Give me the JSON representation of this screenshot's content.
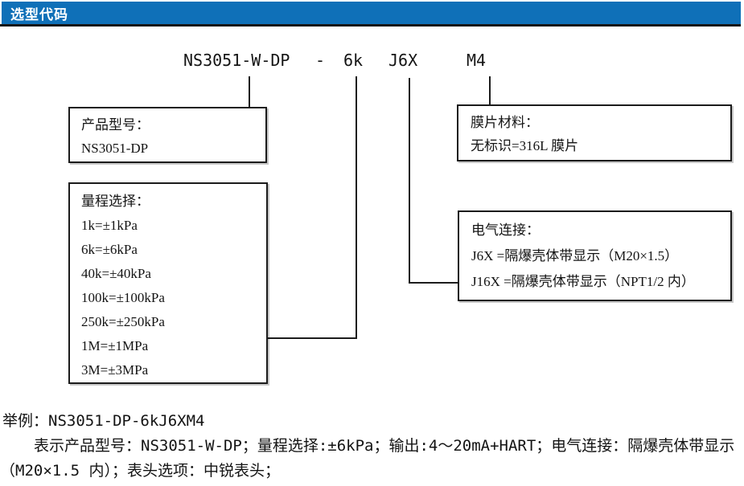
{
  "header": {
    "title": "选型代码",
    "bar_color": "#0F70B8"
  },
  "code_line": {
    "model": "NS3051-W-DP",
    "separator": "-",
    "range_code": "6k",
    "electrical_code": "J6X",
    "display_code": "M4"
  },
  "boxes": {
    "product": {
      "title": "产品型号：",
      "lines": [
        "NS3051-DP"
      ]
    },
    "range": {
      "title": "量程选择：",
      "lines": [
        "1k=±1kPa",
        "6k=±6kPa",
        "40k=±40kPa",
        "100k=±100kPa",
        "250k=±250kPa",
        "1M=±1MPa",
        "3M=±3MPa"
      ]
    },
    "membrane": {
      "title": "膜片材料：",
      "lines": [
        "无标识=316L 膜片"
      ]
    },
    "electric": {
      "title": "电气连接：",
      "lines": [
        "J6X =隔爆壳体带显示（M20×1.5）",
        "J16X =隔爆壳体带显示（NPT1/2 内）"
      ]
    }
  },
  "example": {
    "line1": "举例：NS3051-DP-6kJ6XM4",
    "line2": "表示产品型号：NS3051-W-DP；量程选择:±6kPa；输出:4～20mA+HART；电气连接：隔爆壳体带显示",
    "line3": "（M20×1.5 内）；表头选项：中锐表头；"
  }
}
